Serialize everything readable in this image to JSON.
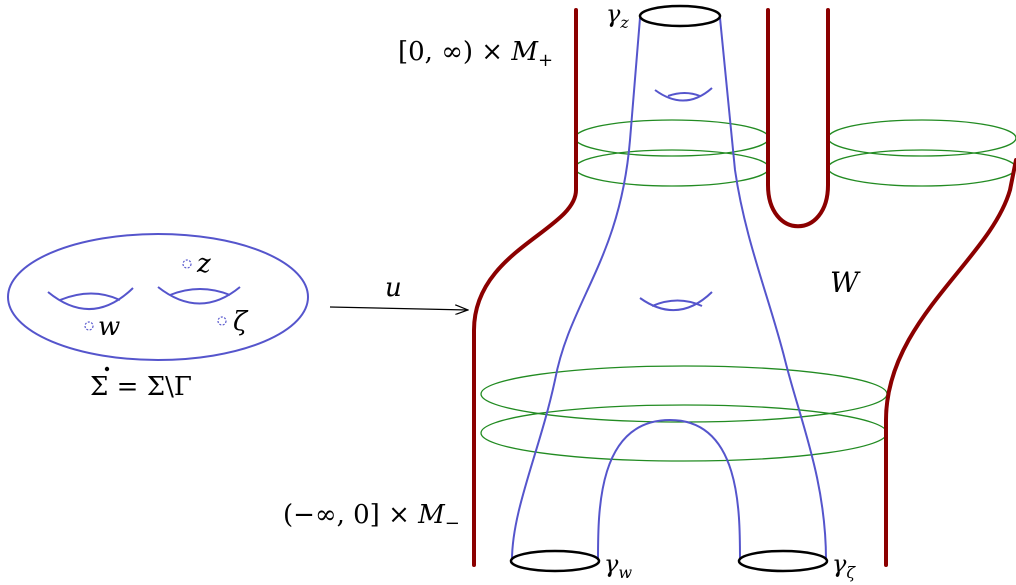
{
  "labels": {
    "upper_end": {
      "open": "[0, ∞) × ",
      "var": "M",
      "sub": "+"
    },
    "lower_end": {
      "open": "(−∞, 0] × ",
      "var": "M",
      "sub": "−"
    },
    "cobordism": "W",
    "map": "u",
    "domain": {
      "sigma_dot": "Σ",
      "rest": " = Σ\\Γ"
    },
    "gamma_z": {
      "g": "γ",
      "sub": "z"
    },
    "gamma_w": {
      "g": "γ",
      "sub": "w"
    },
    "gamma_zeta": {
      "g": "γ",
      "sub": "ζ"
    },
    "puncture_z": "z",
    "puncture_w": "w",
    "puncture_zeta": "ζ"
  },
  "colors": {
    "cobordism": "#8b0000",
    "curve": "#5555cc",
    "slice": "#228b22",
    "orbit": "#000000",
    "text": "#000000"
  }
}
